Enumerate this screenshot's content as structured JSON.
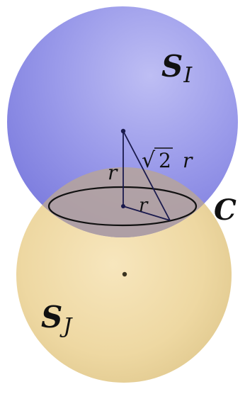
{
  "labels": {
    "sphere_i_main": "S",
    "sphere_i_sub": "I",
    "sphere_j_main": "S",
    "sphere_j_sub": "J",
    "circle_c": "C",
    "radius_vertical": "r",
    "radius_horizontal": "r",
    "hyp_radical": "√",
    "hyp_number": "2",
    "hyp_var": "r"
  },
  "colors": {
    "sphere_i": "#8e8ee6",
    "sphere_i_light": "#b8b8f2",
    "sphere_i_dark": "#6f6fd9",
    "sphere_j": "#eedaa3",
    "sphere_j_light": "#f6e8bf",
    "sphere_j_dark": "#d9c283",
    "overlap": "#b9a39d",
    "line": "#1a1a4d",
    "text": "#111111"
  }
}
